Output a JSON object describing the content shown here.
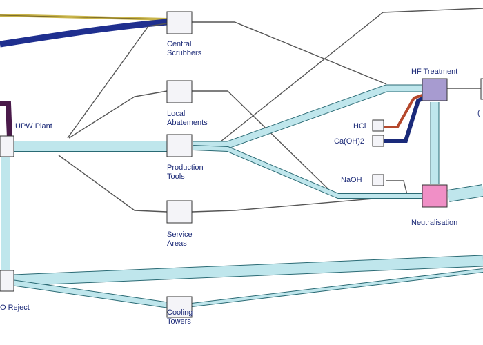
{
  "nodes": {
    "upw_plant": "UPW Plant",
    "central_scrubbers": [
      "Central",
      "Scrubbers"
    ],
    "local_abatements": [
      "Local",
      "Abatements"
    ],
    "production_tools": [
      "Production",
      "Tools"
    ],
    "service_areas": [
      "Service",
      "Areas"
    ],
    "ro_reject": "O Reject",
    "cooling_towers": [
      "Cooling",
      "Towers"
    ],
    "hf_treatment": "HF Treatment",
    "hcl": "HCl",
    "caoh2": "Ca(OH)2",
    "naoh": "NaOH",
    "neutralisation": "Neutralisation",
    "partial_right": "("
  },
  "colors": {
    "water": "#bfe6ec",
    "water_edge": "#2a6a74",
    "chemical_blue": "#1f2f8f",
    "chemical_yellow": "#c8b44a",
    "hcl_red": "#b5482c",
    "caoh2_navy": "#1a2a7a",
    "hf_node": "#a79bd0",
    "neutralisation_node": "#f08fc6",
    "upw_dark": "#4a1a4a",
    "label": "#1d2b78"
  }
}
